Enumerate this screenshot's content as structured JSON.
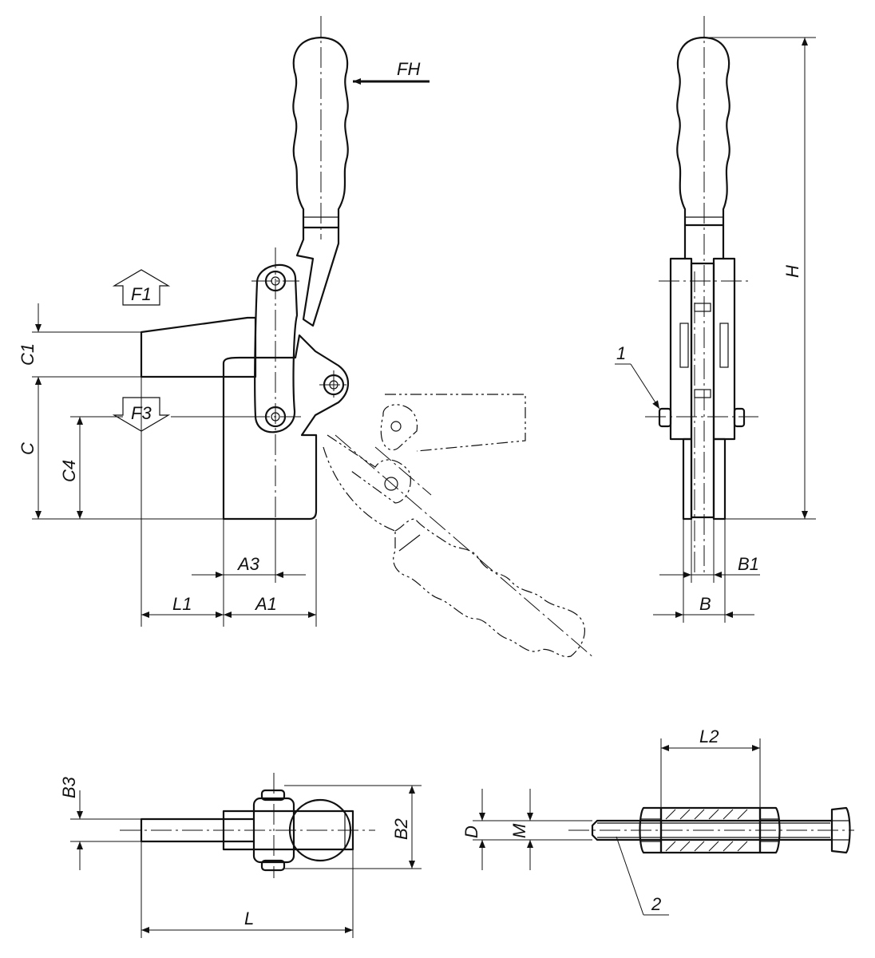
{
  "labels": {
    "fh": "FH",
    "f1": "F1",
    "f3": "F3",
    "c1": "C1",
    "c": "C",
    "c4": "C4",
    "a3": "A3",
    "l1": "L1",
    "a1": "A1",
    "h": "H",
    "b1": "B1",
    "b": "B",
    "item1": "1",
    "b3": "B3",
    "b2": "B2",
    "l": "L",
    "d": "D",
    "m": "M",
    "l2": "L2",
    "item2": "2"
  },
  "colors": {
    "line": "#111111",
    "background": "#ffffff"
  }
}
